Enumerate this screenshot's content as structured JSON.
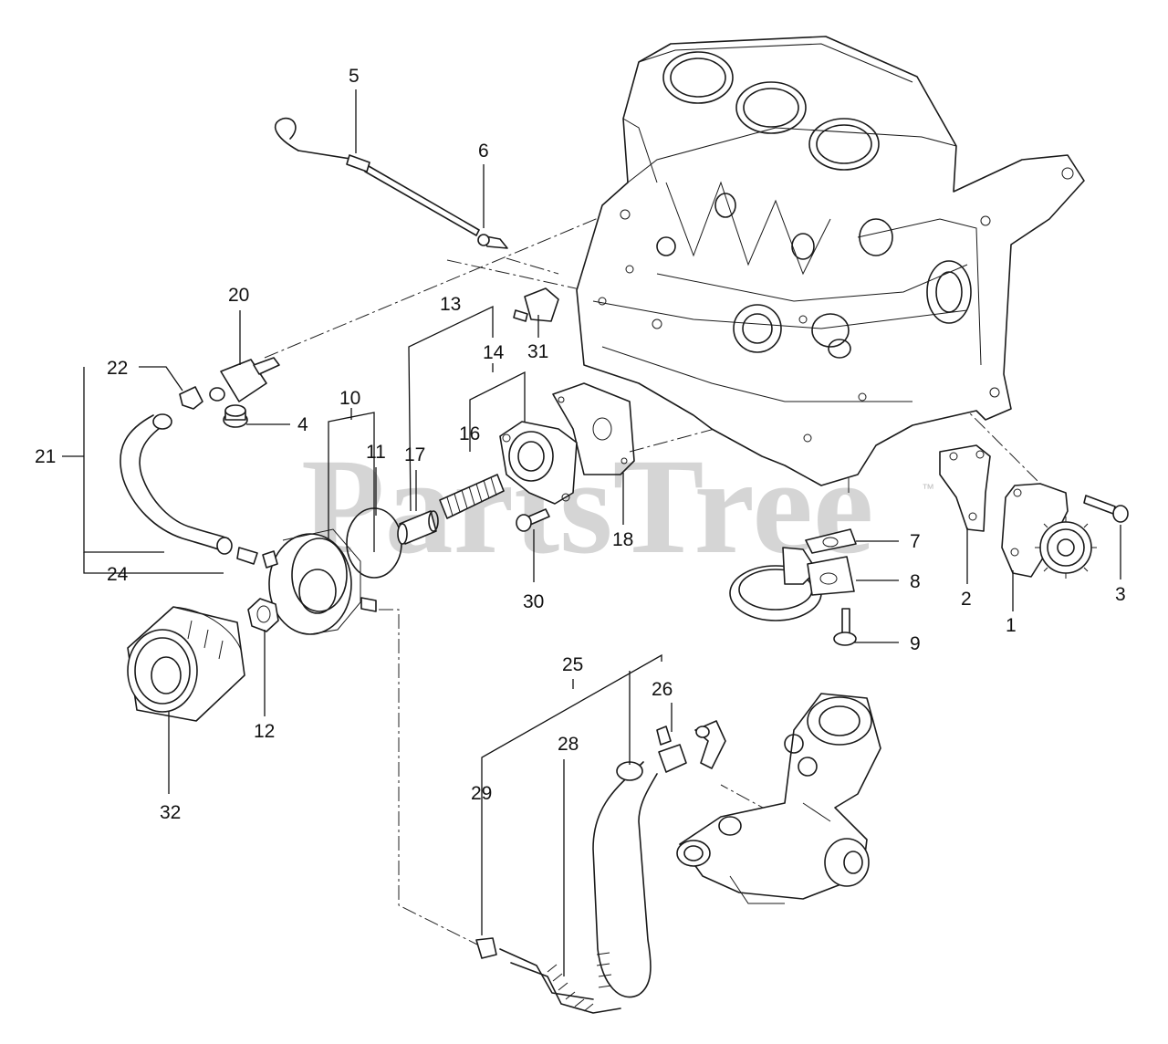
{
  "watermark": {
    "text": "PartsTree",
    "trademark": "™"
  },
  "callouts": [
    {
      "id": "1",
      "text": "1"
    },
    {
      "id": "2",
      "text": "2"
    },
    {
      "id": "3",
      "text": "3"
    },
    {
      "id": "4",
      "text": "4"
    },
    {
      "id": "5",
      "text": "5"
    },
    {
      "id": "6",
      "text": "6"
    },
    {
      "id": "7",
      "text": "7"
    },
    {
      "id": "8",
      "text": "8"
    },
    {
      "id": "9",
      "text": "9"
    },
    {
      "id": "10",
      "text": "10"
    },
    {
      "id": "11",
      "text": "11"
    },
    {
      "id": "12",
      "text": "12"
    },
    {
      "id": "13",
      "text": "13"
    },
    {
      "id": "14",
      "text": "14"
    },
    {
      "id": "16",
      "text": "16"
    },
    {
      "id": "17",
      "text": "17"
    },
    {
      "id": "18",
      "text": "18"
    },
    {
      "id": "20",
      "text": "20"
    },
    {
      "id": "21",
      "text": "21"
    },
    {
      "id": "22",
      "text": "22"
    },
    {
      "id": "24",
      "text": "24"
    },
    {
      "id": "25",
      "text": "25"
    },
    {
      "id": "26",
      "text": "26"
    },
    {
      "id": "28",
      "text": "28"
    },
    {
      "id": "29",
      "text": "29"
    },
    {
      "id": "30",
      "text": "30"
    },
    {
      "id": "31",
      "text": "31"
    },
    {
      "id": "32",
      "text": "32"
    }
  ]
}
